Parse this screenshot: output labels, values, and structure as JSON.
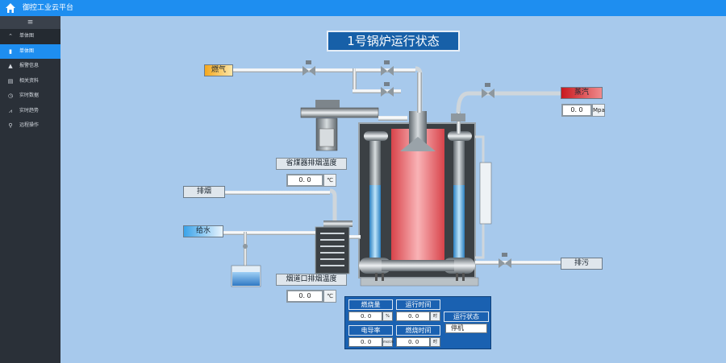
{
  "app": {
    "title": "御控工业云平台",
    "menu_toggle": "≡"
  },
  "sidebar": {
    "group": "单体图",
    "items": [
      {
        "label": "单体图",
        "icon": "file-icon",
        "glyph": "▮",
        "active": true
      },
      {
        "label": "报警信息",
        "icon": "warning-icon",
        "glyph": "▲"
      },
      {
        "label": "相关资料",
        "icon": "document-icon",
        "glyph": "▤"
      },
      {
        "label": "实时数据",
        "icon": "clock-icon",
        "glyph": "◷"
      },
      {
        "label": "实时趋势",
        "icon": "trend-icon",
        "glyph": "⩘"
      },
      {
        "label": "远程操作",
        "icon": "location-icon",
        "glyph": "⚲"
      }
    ]
  },
  "main": {
    "title": "1号锅炉运行状态",
    "gas_tag": "燃气",
    "steam_tag": "蒸汽",
    "steam_pressure": {
      "value": "0. 0",
      "unit": "Mpa"
    },
    "economizer": {
      "label": "省煤器排烟温度",
      "value": "0. 0",
      "unit": "℃"
    },
    "exhaust_tag": "排烟",
    "feedwater_tag": "给水",
    "flue": {
      "label": "烟道口排烟温度",
      "value": "0. 0",
      "unit": "℃"
    },
    "drain_tag": "排污"
  },
  "panel": {
    "burn_amount": {
      "label": "燃烧量",
      "value": "0. 0",
      "unit": "%"
    },
    "run_time": {
      "label": "运行时间",
      "value": "0. 0",
      "unit": "时"
    },
    "conductivity": {
      "label": "电导率",
      "value": "0. 0",
      "unit": "ms/cm"
    },
    "burn_time": {
      "label": "燃烧时间",
      "value": "0. 0",
      "unit": "时"
    },
    "run_state": {
      "label": "运行状态",
      "value": "停机"
    }
  },
  "colors": {
    "accent": "#1e8ef0",
    "background": "#a7c9ec",
    "sidebar": "#2a3038",
    "gas_tag": "#f5a81e",
    "steam_tag": "#c8191e",
    "water_tag": "#3aa3ea",
    "panel": "#1a61b1"
  }
}
